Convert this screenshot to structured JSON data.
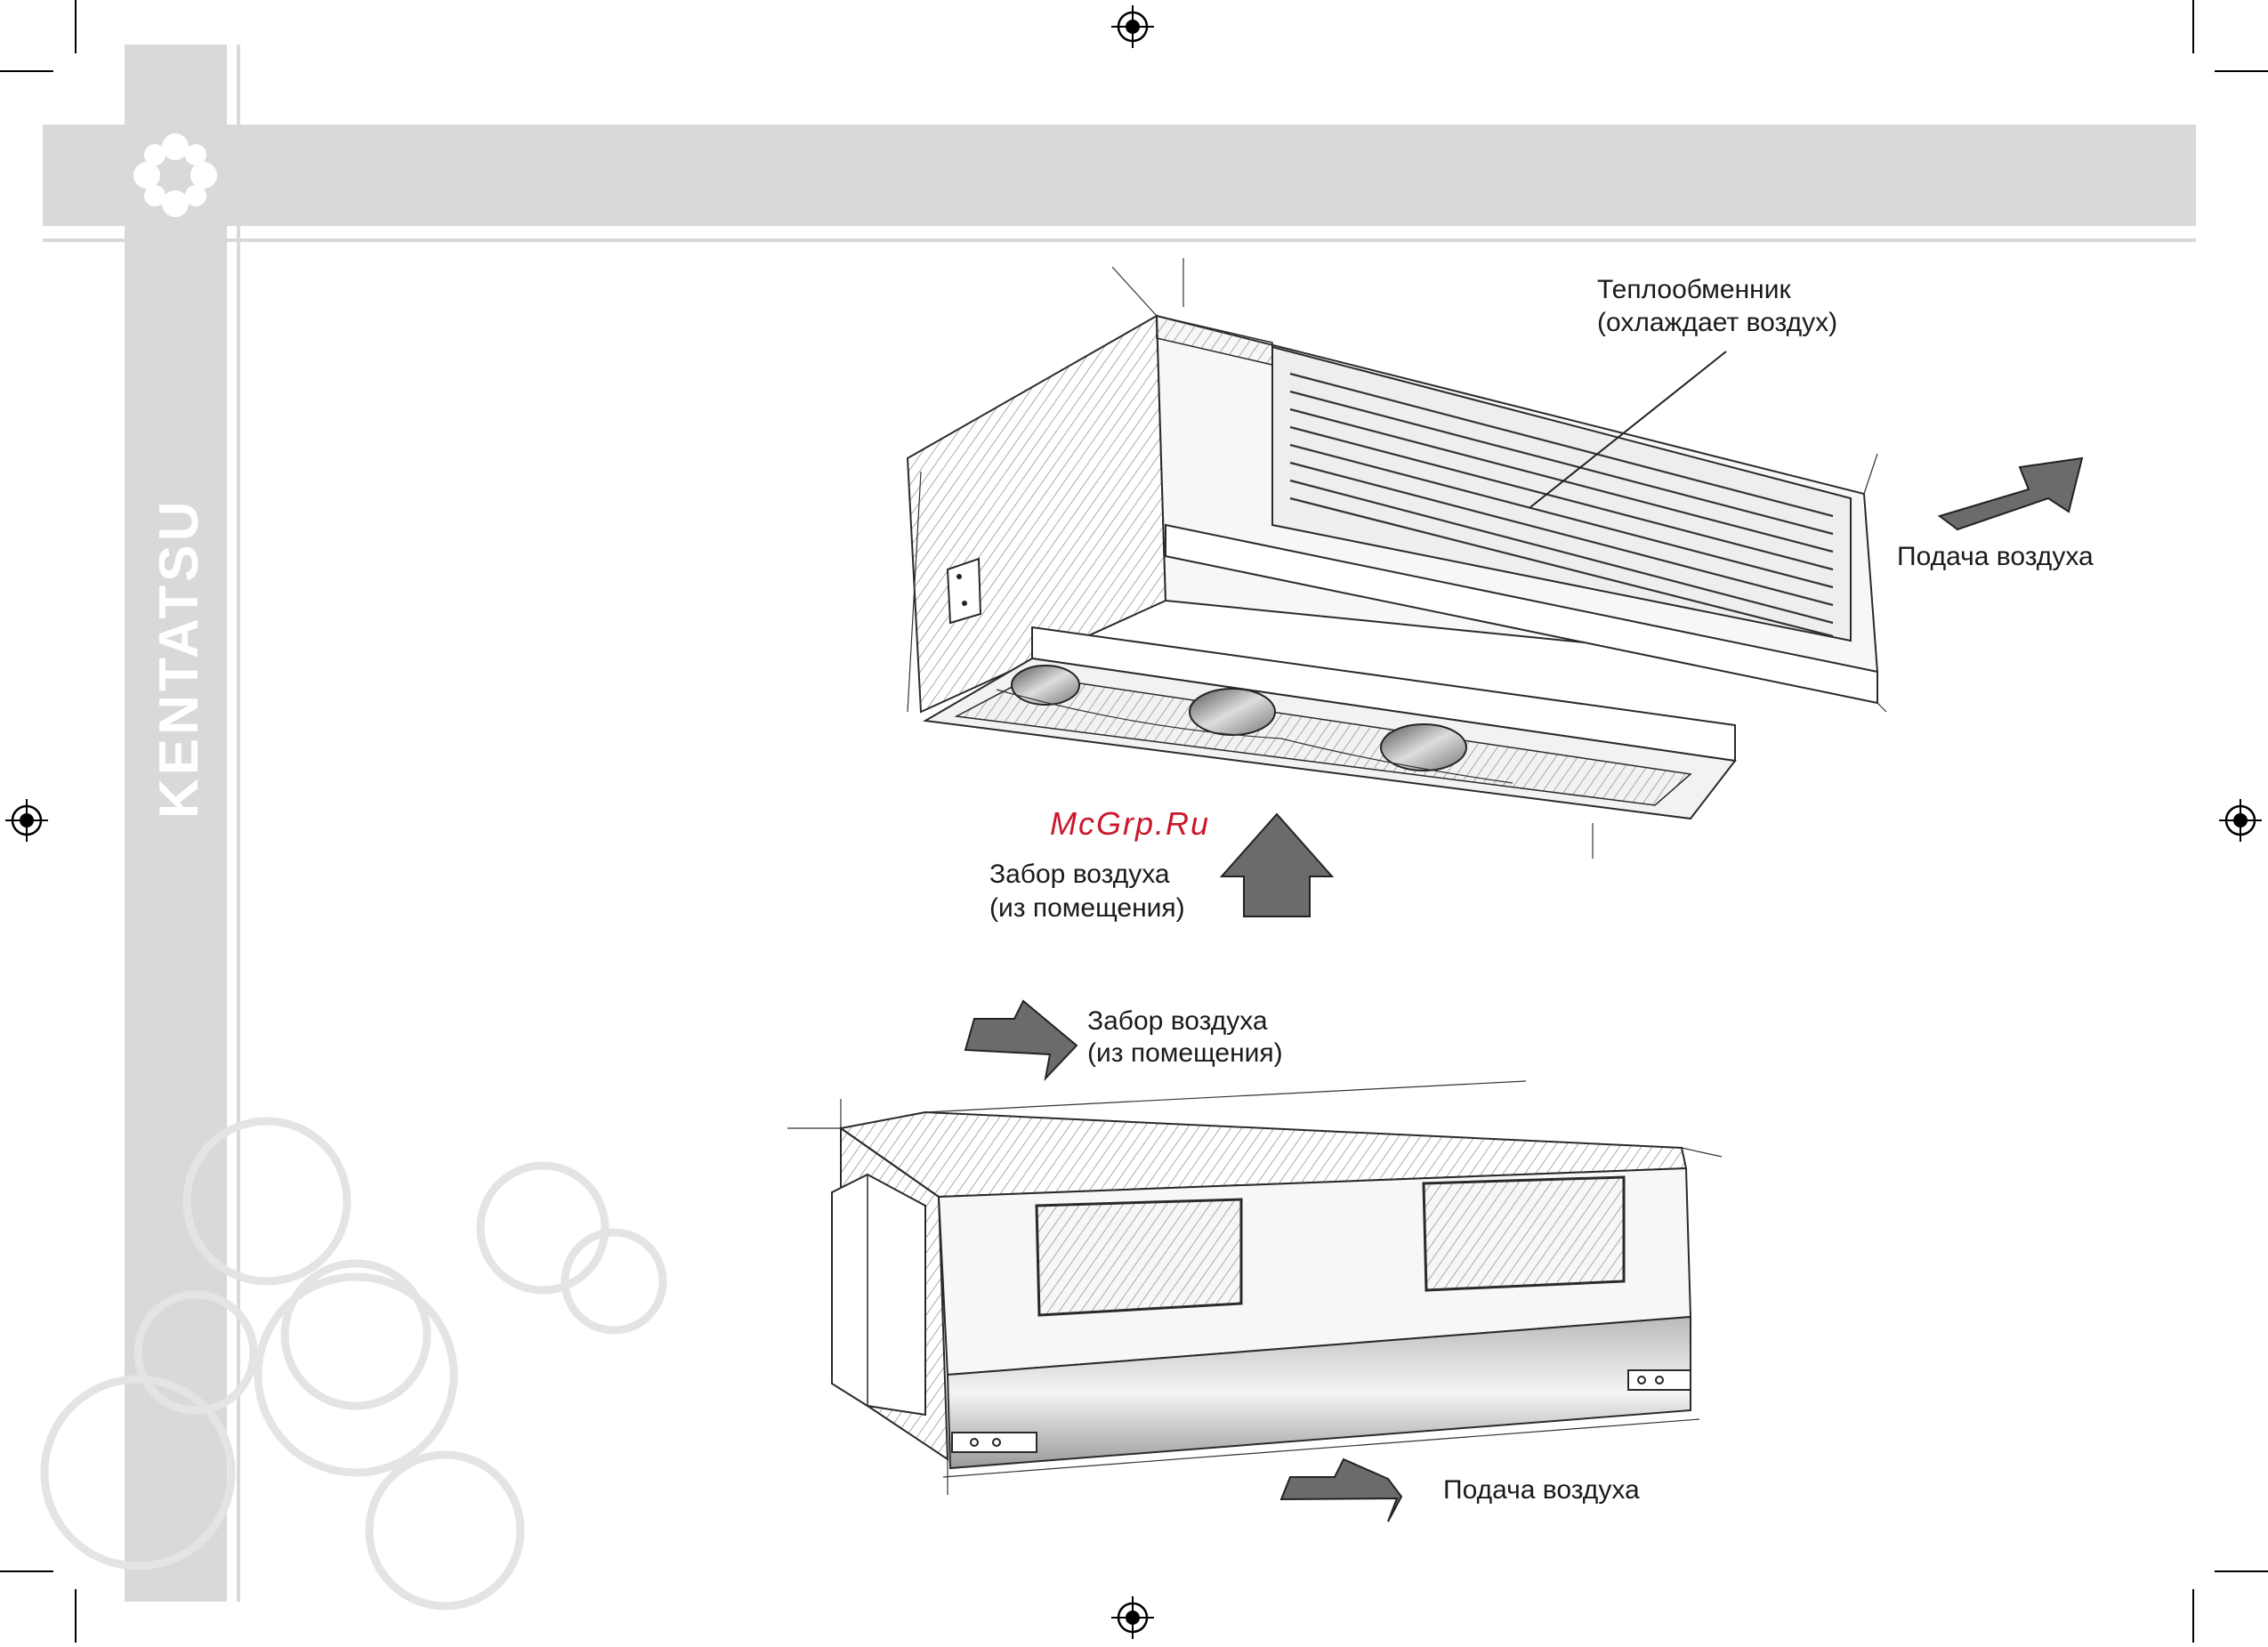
{
  "brand": {
    "name": "KENTATSU",
    "logo_icon": "flower-logo-icon"
  },
  "colors": {
    "band": "#d9d9d9",
    "brand_text": "#ffffff",
    "arrow": "#6b6b6b",
    "watermark": "#c9182b"
  },
  "top_figure": {
    "heat_exchanger_line1": "Теплообменник",
    "heat_exchanger_line2": "(охлаждает воздух)",
    "air_supply": "Подача воздуха",
    "air_intake_line1": "Забор воздуха",
    "air_intake_line2": "(из помещения)"
  },
  "watermark": "McGrp.Ru",
  "bottom_figure": {
    "air_intake_line1": "Забор воздуха",
    "air_intake_line2": "(из помещения)",
    "air_supply": "Подача воздуха"
  }
}
